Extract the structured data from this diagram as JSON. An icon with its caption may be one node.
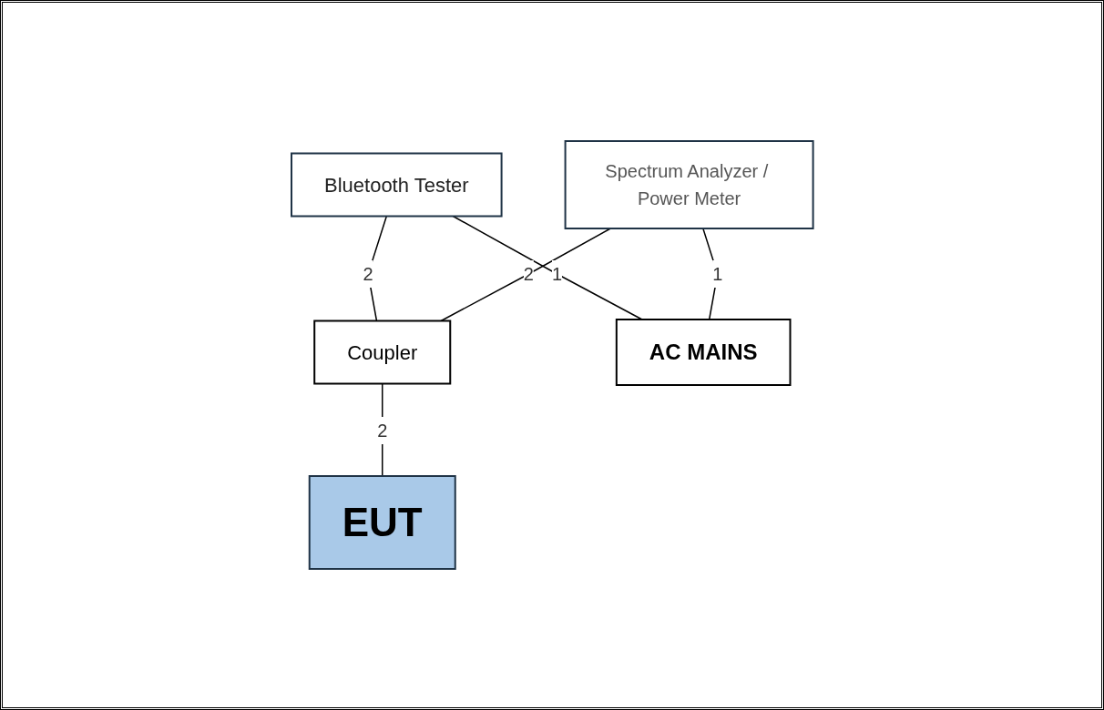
{
  "diagram": {
    "nodes": [
      {
        "text": [
          "Spectrum Analyzer / Power Meter"
        ]
      },
      {
        "text": [
          "Bluetooth Tester"
        ]
      },
      {
        "text": [
          "EUT"
        ]
      },
      {
        "text": [
          "Coupler"
        ]
      },
      {
        "text": [
          "AC MAINS"
        ]
      }
    ],
    "edges": [
      {
        "from": 1,
        "to": 3,
        "arrow": "none",
        "label": "2"
      },
      {
        "from": 3,
        "to": 2,
        "arrow": "none",
        "label": "2"
      },
      {
        "from": 0,
        "to": 3,
        "arrow": "none",
        "label": "2"
      },
      {
        "from": 1,
        "to": 4,
        "arrow": "none",
        "label": "1"
      },
      {
        "from": 0,
        "to": 4,
        "arrow": "none",
        "label": "1"
      }
    ]
  }
}
